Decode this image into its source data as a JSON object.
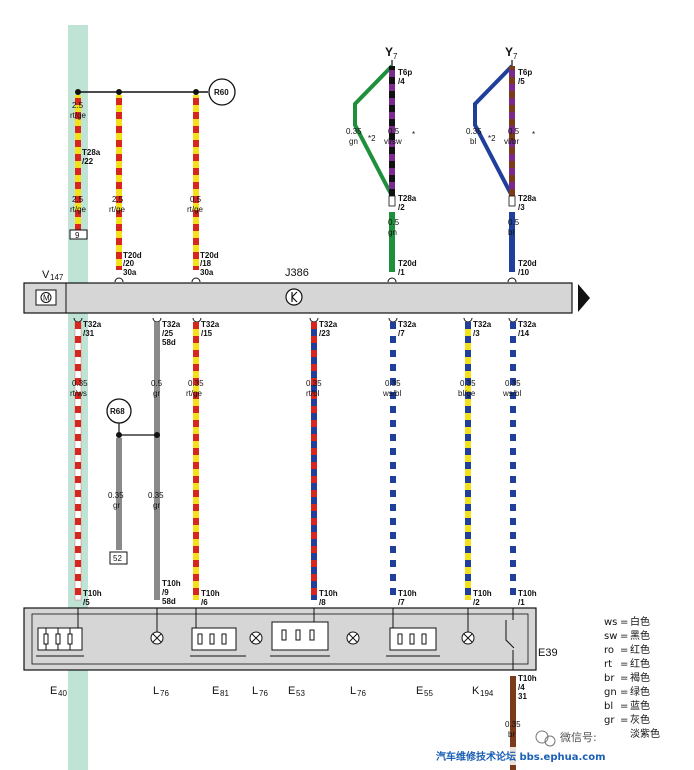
{
  "colors": {
    "rt": "#d7261e",
    "ge": "#f5e11a",
    "gr": "#8a8a8a",
    "bl": "#1f3f9a",
    "ws": "#ffffff",
    "sw": "#111111",
    "gn": "#1e8f3a",
    "vi": "#7a2a8f",
    "br": "#7a3b1a",
    "module": "#d6d6d6",
    "highlight": "#bfe3d4"
  },
  "bus": {
    "left_label": "V",
    "left_sub": "147",
    "center_label": "J386"
  },
  "top": {
    "w1": {
      "size": "2.5",
      "color": "rt/ge",
      "conn": "T28a",
      "pin": "/22",
      "size2": "2.5",
      "color2": "rt/ge",
      "box": "9"
    },
    "w2": {
      "size": "2.5",
      "color": "rt/ge",
      "conn": "T20d",
      "pin": "/20",
      "pin2": "30a"
    },
    "w3": {
      "size": "0.5",
      "color": "rt/ge",
      "conn": "T20d",
      "pin": "/18",
      "pin2": "30a"
    },
    "r60": "R60",
    "y7a": {
      "title": "Y",
      "sub": "7",
      "conn1": "T6p",
      "pin1": "/4",
      "size_l": "0.35",
      "color_l": "gn",
      "mark": "*2",
      "size_r": "0.5",
      "color_r": "vi/sw",
      "star": "*",
      "conn2": "T28a",
      "pin2": "/2",
      "size_d": "0.5",
      "color_d": "gn",
      "conn3": "T20d",
      "pin3": "/1"
    },
    "y7b": {
      "title": "Y",
      "sub": "7",
      "conn1": "T6p",
      "pin1": "/5",
      "size_l": "0.35",
      "color_l": "bl",
      "mark": "*2",
      "size_r": "0.5",
      "color_r": "vi/br",
      "star": "*",
      "conn2": "T28a",
      "pin2": "/3",
      "size_d": "0.5",
      "color_d": "bl",
      "conn3": "T20d",
      "pin3": "/10"
    }
  },
  "lower": [
    {
      "conn": "T32a",
      "pin": "/31",
      "size": "0.35",
      "color": "rt/ws",
      "conn2": "T10h",
      "pin2": "/5"
    },
    {
      "conn": "T32a",
      "pin": "/25",
      "pin_b": "58d",
      "size": "0.5",
      "color": "gr",
      "size2": "0.35",
      "color2": "gr",
      "conn2": "T10h",
      "pin2": "/9",
      "pin2_b": "58d"
    },
    {
      "conn": "T32a",
      "pin": "/15",
      "size": "0.35",
      "color": "rt/ge",
      "conn2": "T10h",
      "pin2": "/6"
    },
    {
      "conn": "T32a",
      "pin": "/23",
      "size": "0.35",
      "color": "rt/bl",
      "conn2": "T10h",
      "pin2": "/8"
    },
    {
      "conn": "T32a",
      "pin": "/7",
      "size": "0.35",
      "color": "ws/bl",
      "conn2": "T10h",
      "pin2": "/7"
    },
    {
      "conn": "T32a",
      "pin": "/3",
      "size": "0.35",
      "color": "bl/ge",
      "conn2": "T10h",
      "pin2": "/2"
    },
    {
      "conn": "T32a",
      "pin": "/14",
      "size": "0.35",
      "color": "ws/bl",
      "conn2": "T10h",
      "pin2": "/1"
    }
  ],
  "r68": {
    "label": "R68",
    "size": "0.35",
    "color": "gr",
    "box": "52"
  },
  "bottom_components": [
    {
      "name": "E",
      "sub": "40"
    },
    {
      "name": "L",
      "sub": "76"
    },
    {
      "name": "E",
      "sub": "81"
    },
    {
      "name": "L",
      "sub": "76"
    },
    {
      "name": "E",
      "sub": "53"
    },
    {
      "name": "L",
      "sub": "76"
    },
    {
      "name": "E",
      "sub": "55"
    },
    {
      "name": "K",
      "sub": "194"
    }
  ],
  "e39": {
    "label": "E39",
    "conn": "T10h",
    "pin": "/4",
    "pin_b": "31",
    "size": "0.35",
    "color": "br"
  },
  "legend": [
    {
      "code": "ws",
      "name": "白色"
    },
    {
      "code": "sw",
      "name": "黑色"
    },
    {
      "code": "ro",
      "name": "红色"
    },
    {
      "code": "rt",
      "name": "红色"
    },
    {
      "code": "br",
      "name": "褐色"
    },
    {
      "code": "gn",
      "name": "绿色"
    },
    {
      "code": "bl",
      "name": "蓝色"
    },
    {
      "code": "gr",
      "name": "灰色"
    },
    {
      "code": "",
      "name": "淡紫色"
    }
  ],
  "watermark": {
    "line1": "微信号: ",
    "line2": "汽车维修技术论坛 bbs.ephua.com"
  }
}
